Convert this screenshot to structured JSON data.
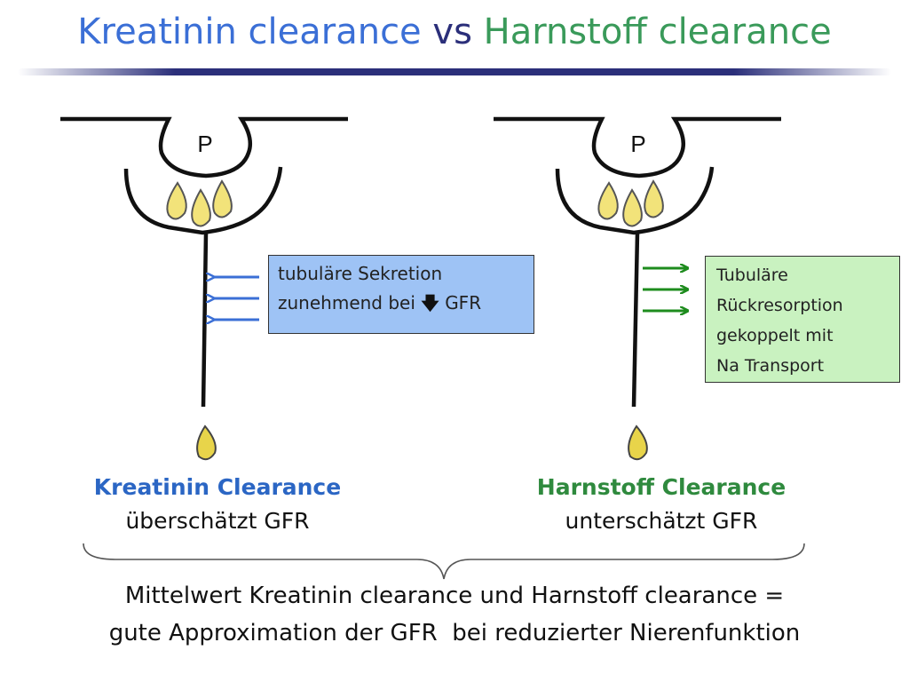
{
  "title": {
    "part1": "Kreatinin clearance",
    "part2": "vs",
    "part3": "Harnstoff clearance"
  },
  "colors": {
    "title_kreatinin": "#3b6fd6",
    "title_vs": "#2b2f7a",
    "title_harnstoff": "#3a9a5a",
    "secretion_arrows": "#3b6fd6",
    "reabsorption_arrows": "#1e8c1e",
    "secretion_box": "#9ec3f5",
    "reabsorption_box": "#c9f2c0",
    "drops": "#f2e37a"
  },
  "left": {
    "capillary_label": "P",
    "secretion_box": {
      "line1": "tubuläre Sekretion",
      "line2_prefix": "zunehmend bei",
      "line2_icon": "down-arrow-icon",
      "line2_suffix": "GFR"
    },
    "clearance_title": "Kreatinin Clearance",
    "clearance_note": "überschätzt GFR"
  },
  "right": {
    "capillary_label": "P",
    "reabsorption_box": {
      "lines": [
        "Tubuläre",
        "Rückresorption",
        "gekoppelt mit",
        "Na Transport"
      ]
    },
    "clearance_title": "Harnstoff Clearance",
    "clearance_note": "unterschätzt GFR"
  },
  "conclusion": {
    "line1": "Mittelwert Kreatinin clearance und Harnstoff clearance =",
    "line2": "gute Approximation der GFR  bei reduzierter Nierenfunktion"
  }
}
